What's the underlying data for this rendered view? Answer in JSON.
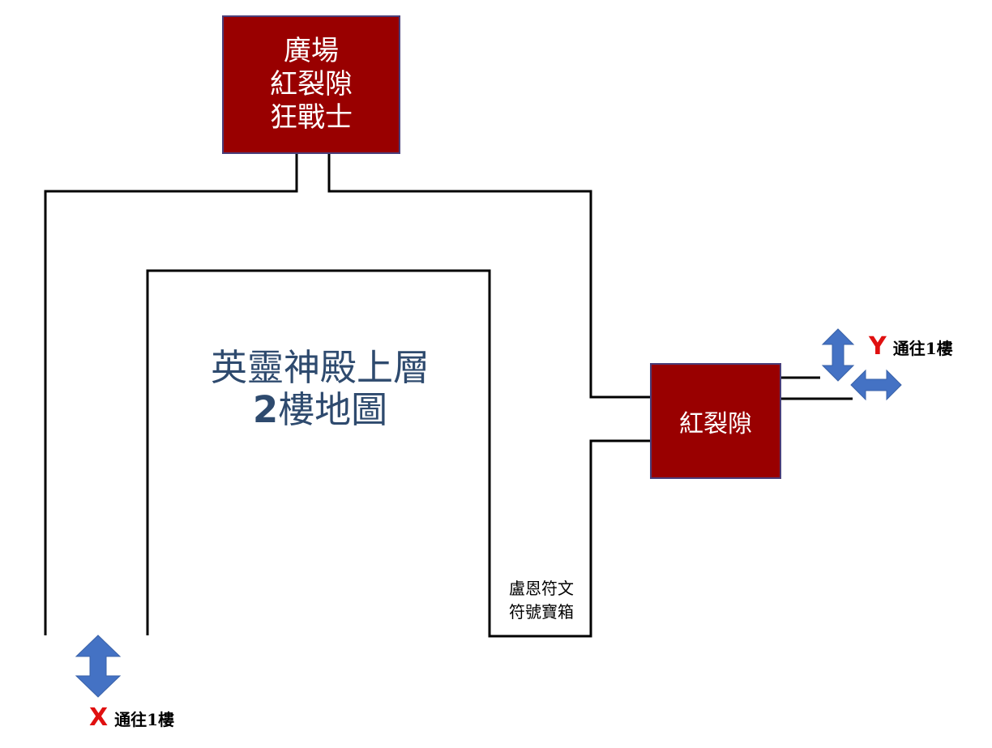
{
  "map": {
    "title_line1": "英靈神殿上層",
    "title_line2_num": "2",
    "title_line2_text": "樓地圖"
  },
  "rooms": {
    "top": {
      "line1": "廣場",
      "line2": "紅裂隙",
      "line3": "狂戰士"
    },
    "right": {
      "label": "紅裂隙"
    }
  },
  "chest": {
    "line1": "盧恩符文",
    "line2": "符號寶箱"
  },
  "exits": {
    "x": {
      "letter": "X",
      "label": "通往1樓",
      "arrow_icon": "vertical-double-arrow-icon"
    },
    "y": {
      "letter": "Y",
      "label": "通往1樓",
      "arrow_icons": [
        "vertical-double-arrow-icon",
        "horizontal-double-arrow-icon"
      ]
    }
  },
  "colors": {
    "room_fill": "#990000",
    "room_border": "#4a3f7a",
    "wall": "#000000",
    "arrow": "#4472c4",
    "title_text": "#2e4a6e",
    "exit_letter": "#e01010"
  }
}
